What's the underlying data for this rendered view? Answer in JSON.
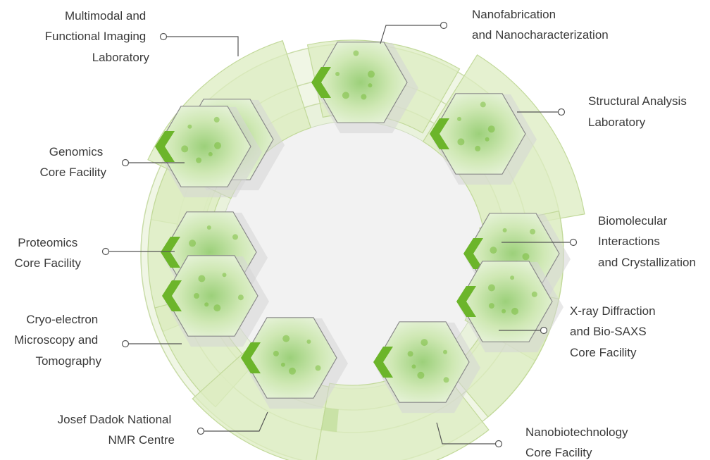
{
  "diagram": {
    "facilities": [
      {
        "id": "multimodal",
        "lines": [
          "Multimodal and",
          "Functional Imaging",
          "Laboratory"
        ]
      },
      {
        "id": "nanofab",
        "lines": [
          "Nanofabrication",
          "and Nanocharacterization"
        ]
      },
      {
        "id": "structural",
        "lines": [
          "Structural Analysis",
          "Laboratory"
        ]
      },
      {
        "id": "genomics",
        "lines": [
          "Genomics",
          "Core Facility"
        ]
      },
      {
        "id": "biomolecular",
        "lines": [
          "Biomolecular",
          "Interactions",
          "and Crystallization"
        ]
      },
      {
        "id": "proteomics",
        "lines": [
          "Proteomics",
          "Core Facility"
        ]
      },
      {
        "id": "xray",
        "lines": [
          "X-ray Diffraction",
          "and Bio-SAXS",
          "Core Facility"
        ]
      },
      {
        "id": "cryo",
        "lines": [
          "Cryo-electron",
          "Microscopy and",
          "Tomography"
        ]
      },
      {
        "id": "nmr",
        "lines": [
          "Josef Dadok National",
          "NMR Centre"
        ]
      },
      {
        "id": "nanobio",
        "lines": [
          "Nanobiotechnology",
          "Core Facility"
        ]
      }
    ],
    "colors": {
      "segment_fill": "#dcecc0",
      "segment_stroke": "#c2d99a",
      "accent_green": "#6cb52a",
      "inner_disc": "#f2f2f2",
      "hex_shadow": "#d6d6d6",
      "connector": "#555555",
      "label_text": "#3a3a3a"
    }
  }
}
